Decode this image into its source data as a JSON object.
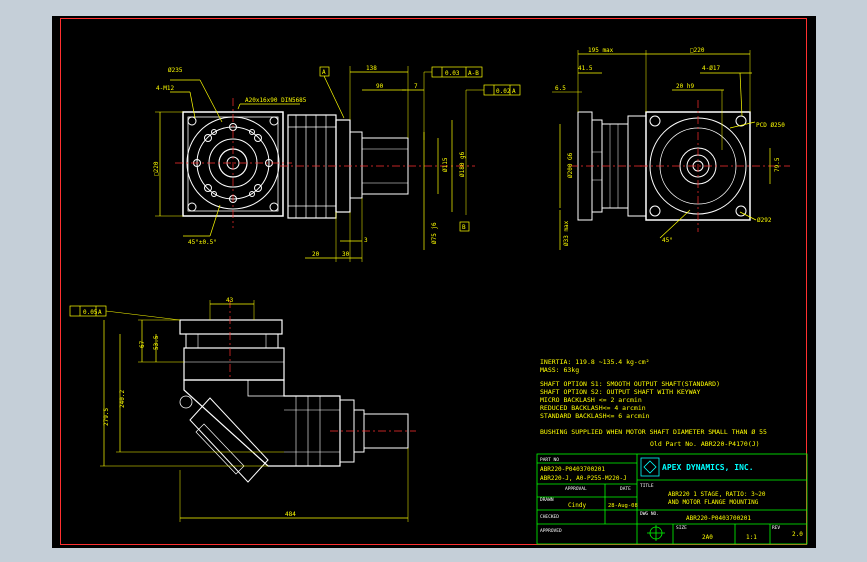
{
  "drawing": {
    "top_view": {
      "d_235": "Ø235",
      "holes": "4-M12",
      "spline": "A20x16x90 DIN5685",
      "sq_220": "□220",
      "angle": "45°±0.5°"
    },
    "side_view": {
      "datum_a": "A",
      "d138": "138",
      "d90": "90",
      "d7": "7",
      "gdt_pos": "0.03",
      "gdt_pos_ref": "A-B",
      "gdt_runout": "0.02",
      "gdt_runout_ref": "A",
      "d115": "Ø115",
      "d180": "Ø180 g6",
      "d75": "Ø75 j6",
      "d3": "3",
      "d20": "20",
      "d30": "30",
      "datum_b": "B"
    },
    "front_view": {
      "d95max": "195 max",
      "d41_5": "41.5",
      "d6_5": "6.5",
      "sq_220": "□220",
      "holes": "4-Ø17",
      "d20h9": "20 h9",
      "pcd": "PCD Ø250",
      "d79_5": "79.5",
      "d200": "Ø200 G6",
      "d33max": "Ø33 max",
      "angle": "45°",
      "d292": "Ø292"
    },
    "bottom_view": {
      "gdt_flat": "0.05",
      "gdt_flat_ref": "A",
      "d43": "43",
      "d67": "67",
      "d53_5": "53.5",
      "d240_2": "240.2",
      "d279_5": "279.5",
      "d484": "484"
    }
  },
  "notes": {
    "inertia": "INERTIA:   119.8  ~135.4 kg-cm²",
    "mass": "MASS:  63kg",
    "shaft_s1": "SHAFT OPTION S1: SMOOTH OUTPUT SHAFT(STANDARD)",
    "shaft_s2": "SHAFT OPTION S2: OUTPUT SHAFT WITH KEYWAY",
    "micro": "MICRO BACKLASH <= 2 arcmin",
    "reduced": "REDUCED BACKLASH<= 4 arcmin",
    "standard": "STANDARD BACKLASH<= 6 arcmin",
    "bushing": "BUSHING SUPPLIED WHEN MOTOR SHAFT DIAMETER SMALL THAN Ø 55",
    "old_part": "Old Part No. ABR220-P4170(J)"
  },
  "title_block": {
    "part_no_label": "PART NO",
    "part_no_1": "ABR220-P0403700201",
    "part_no_2": "ABR220-J, A0-P255-M220-J",
    "approval_label": "APPROVAL",
    "date_label": "DATE",
    "drawn_label": "DRAWN",
    "drawn_by": "Cindy",
    "drawn_date": "28-Aug-08",
    "checked_label": "CHECKED",
    "approved_label": "APPROVED",
    "company": "APEX DYNAMICS, INC.",
    "title_label": "TITLE",
    "title_line_1": "ABR220 1 STAGE, RATIO: 3~20",
    "title_line_2": "AND MOTOR FLANGE MOUNTING",
    "dwg_label": "DWG NO.",
    "dwg_no": "ABR220-P0403700201",
    "size_label": "SIZE",
    "size": "2A0",
    "scale": "1:1",
    "rev_label": "REV",
    "rev": "2.0"
  },
  "colors": {
    "background": "#000000",
    "outline": "#ffffff",
    "dimension": "#ffff00",
    "hidden": "#ff3030",
    "title_block": "#00ff00",
    "accent": "#00ffff"
  }
}
